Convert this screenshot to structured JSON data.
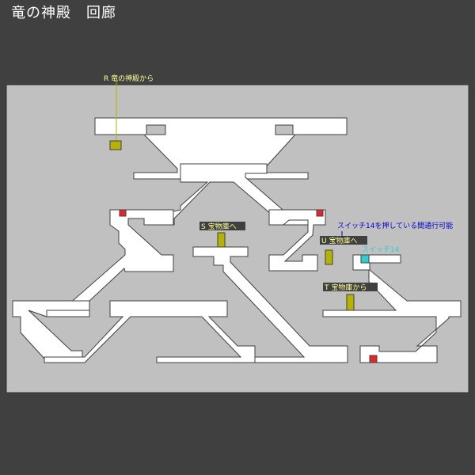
{
  "title": "竜の神殿　回廊",
  "colors": {
    "background": "#404040",
    "floor": "#c0c0c0",
    "corridor": "#ffffff",
    "outline": "#404040",
    "door_marker": "#b3b300",
    "treasure": "#e62626",
    "switch": "#33cccc",
    "label_yellow": "#ffff99",
    "label_cyan": "#33cccc",
    "label_blue": "#0000cc"
  },
  "labels": {
    "exit_r": "R 竜の神殿から",
    "exit_s": "S 宝物庫へ",
    "exit_u": "U 宝物庫へ",
    "exit_t": "T 宝物庫から",
    "switch_label": "スイッチ14",
    "switch_note": "スイッチ14を押している間通行可能"
  },
  "markers": {
    "treasure_icon": "treasure-chest-icon",
    "switch_icon": "switch-icon",
    "door_icon": "door-icon"
  }
}
